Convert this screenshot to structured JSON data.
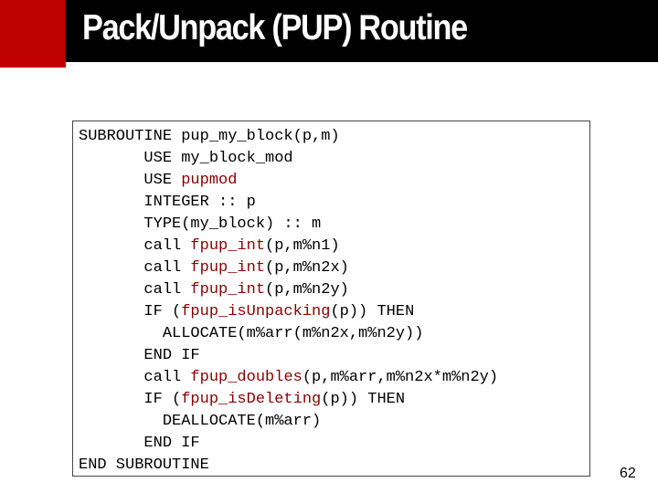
{
  "slide": {
    "title": "Pack/Unpack (PUP) Routine",
    "page_number": "62",
    "colors": {
      "title_bar": "#000000",
      "title_text": "#ffffff",
      "accent_block": "#bf0000",
      "highlight_text": "#8b0000"
    }
  },
  "code": {
    "lines": [
      [
        {
          "t": "SUBROUTINE pup_my_block(p,m)"
        }
      ],
      [
        {
          "t": "       USE my_block_mod"
        }
      ],
      [
        {
          "t": "       USE "
        },
        {
          "t": "pupmod",
          "hl": true
        }
      ],
      [
        {
          "t": "       INTEGER :: p"
        }
      ],
      [
        {
          "t": "       TYPE(my_block) :: m"
        }
      ],
      [
        {
          "t": "       call "
        },
        {
          "t": "fpup_int",
          "hl": true
        },
        {
          "t": "(p,m%n1)"
        }
      ],
      [
        {
          "t": "       call "
        },
        {
          "t": "fpup_int",
          "hl": true
        },
        {
          "t": "(p,m%n2x)"
        }
      ],
      [
        {
          "t": "       call "
        },
        {
          "t": "fpup_int",
          "hl": true
        },
        {
          "t": "(p,m%n2y)"
        }
      ],
      [
        {
          "t": "       IF ("
        },
        {
          "t": "fpup_isUnpacking",
          "hl": true
        },
        {
          "t": "(p)) THEN"
        }
      ],
      [
        {
          "t": "         ALLOCATE(m%arr(m%n2x,m%n2y))"
        }
      ],
      [
        {
          "t": "       END IF"
        }
      ],
      [
        {
          "t": "       call "
        },
        {
          "t": "fpup_doubles",
          "hl": true
        },
        {
          "t": "(p,m%arr,m%n2x*m%n2y)"
        }
      ],
      [
        {
          "t": "       IF ("
        },
        {
          "t": "fpup_isDeleting",
          "hl": true
        },
        {
          "t": "(p)) THEN"
        }
      ],
      [
        {
          "t": "         DEALLOCATE(m%arr)"
        }
      ],
      [
        {
          "t": "       END IF"
        }
      ],
      [
        {
          "t": "END SUBROUTINE"
        }
      ]
    ]
  }
}
